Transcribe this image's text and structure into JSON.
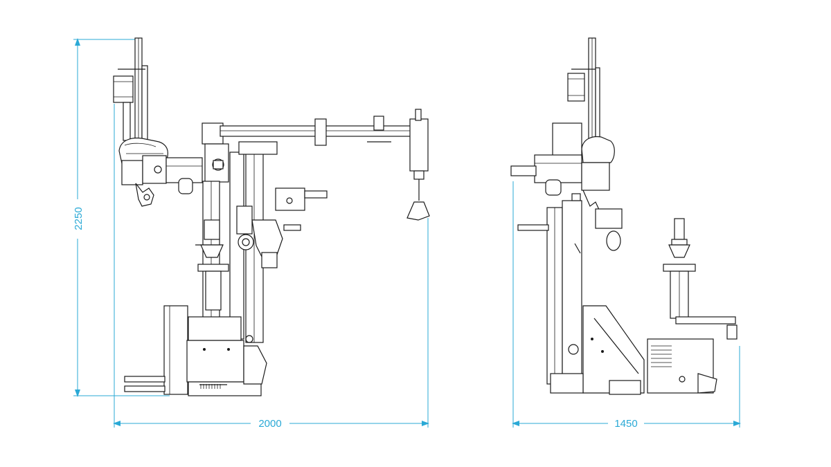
{
  "dimensions": {
    "height_label": "2250",
    "width_front_label": "2000",
    "width_side_label": "1450"
  },
  "colors": {
    "dimension": "#2aa9d6",
    "drawing": "#1a1a1a",
    "background": "#ffffff"
  }
}
